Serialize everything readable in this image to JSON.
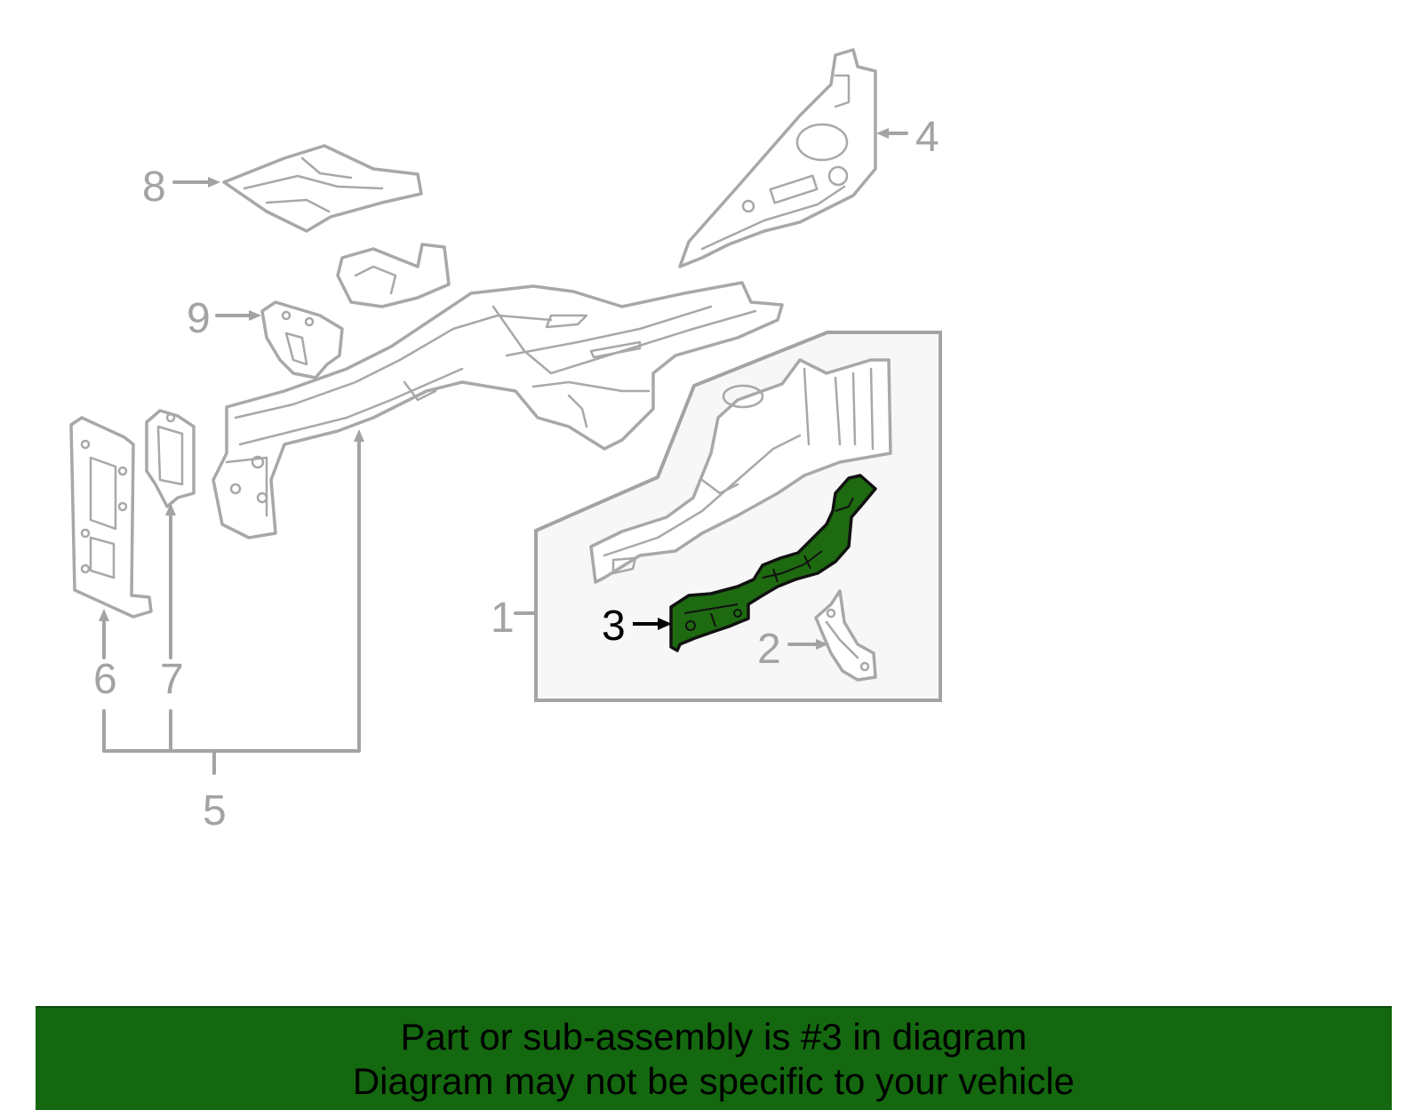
{
  "colors": {
    "highlight": "#1e6a10",
    "banner": "#14680f",
    "line_gray": "#a3a3a3",
    "inset_fill": "#f7f7f7",
    "callout_active": "#000000"
  },
  "callouts": {
    "c1": "1",
    "c2": "2",
    "c3": "3",
    "c4": "4",
    "c5": "5",
    "c6": "6",
    "c7": "7",
    "c8": "8",
    "c9": "9"
  },
  "highlighted_part": "3",
  "banner": {
    "line1": "Part or sub-assembly is #3 in diagram",
    "line2": "Diagram may not be specific to your vehicle"
  }
}
